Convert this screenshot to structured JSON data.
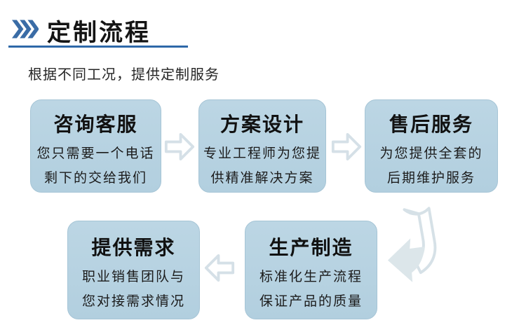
{
  "header": {
    "title": "定制流程",
    "subtitle": "根据不同工况，提供定制服务",
    "chevrons_icon": "triple-chevron-right"
  },
  "flow": {
    "steps": [
      {
        "title": "咨询客服",
        "line1": "您只需要一个电话",
        "line2": "剩下的交给我们"
      },
      {
        "title": "方案设计",
        "line1": "专业工程师为您提",
        "line2": "供精准解决方案"
      },
      {
        "title": "售后服务",
        "line1": "为您提供全套的",
        "line2": "后期维护服务"
      },
      {
        "title": "提供需求",
        "line1": "职业销售团队与",
        "line2": "您对接需求情况"
      },
      {
        "title": "生产制造",
        "line1": "标准化生产流程",
        "line2": "保证产品的质量"
      }
    ],
    "arrows": [
      {
        "name": "arrow-1",
        "direction": "right",
        "from": "咨询客服",
        "to": "方案设计"
      },
      {
        "name": "arrow-2",
        "direction": "right",
        "from": "方案设计",
        "to": "售后服务"
      },
      {
        "name": "arrow-j",
        "direction": "down-left",
        "style": "folded-ribbon"
      },
      {
        "name": "arrow-3",
        "direction": "left",
        "from": "生产制造",
        "to": "提供需求"
      }
    ]
  },
  "colors": {
    "accent_chevron": "#3a6ca6",
    "title_underline": "#2e68a8",
    "box_fill": "#b6d2e1",
    "box_border": "#a6c5d6",
    "arrow_outline": "#d5e0e7",
    "ribbon_fill": "#dce6ea",
    "title_text": "#141414",
    "body_text": "#1b1b1b"
  }
}
